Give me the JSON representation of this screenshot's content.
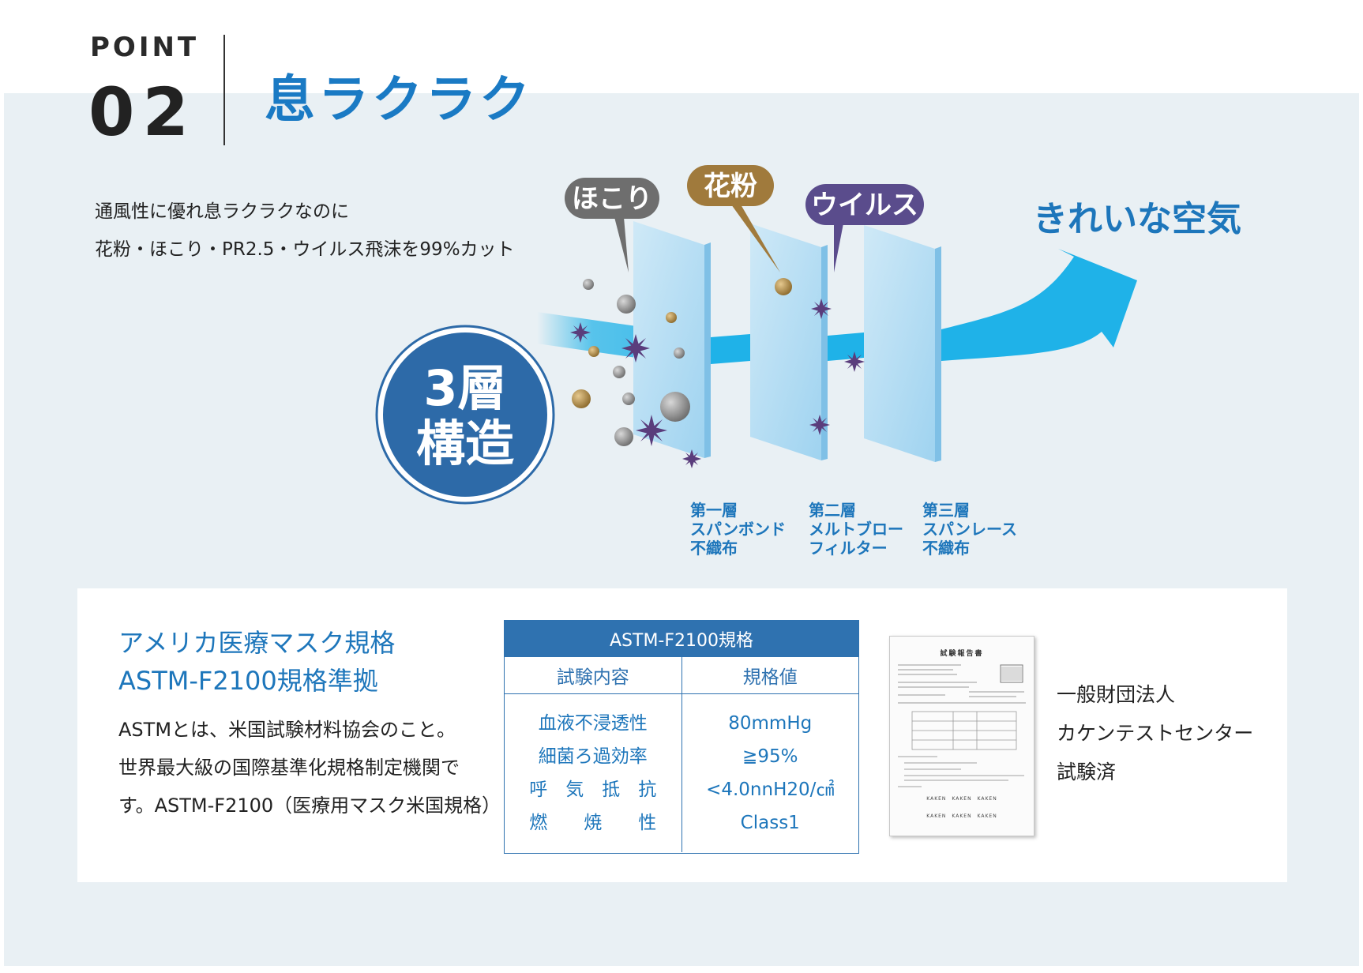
{
  "header": {
    "point_label": "POINT",
    "point_number": "02",
    "title": "息ラクラク"
  },
  "intro": {
    "line1": "通風性に優れ息ラクラクなのに",
    "line2": "花粉・ほこり・PR2.5・ウイルス飛沫を99%カット"
  },
  "illustration": {
    "badge_line1": "3層",
    "badge_line2": "構造",
    "bubble_dust": "ほこり",
    "bubble_pollen": "花粉",
    "bubble_virus": "ウイルス",
    "clean_air": "きれいな空気",
    "layers": [
      {
        "l1": "第一層",
        "l2": "スパンボンド",
        "l3": "不織布"
      },
      {
        "l1": "第二層",
        "l2": "メルトブロー",
        "l3": "フィルター"
      },
      {
        "l1": "第三層",
        "l2": "スパンレース",
        "l3": "不織布"
      }
    ],
    "colors": {
      "accent_blue": "#1d76bb",
      "badge_blue": "#2d6aa8",
      "bubble_dust": "#6e6e6e",
      "bubble_pollen": "#a07a3c",
      "bubble_virus": "#5a4c8c",
      "arrow": "#1fb2e8"
    }
  },
  "standard": {
    "heading_line1": "アメリカ医療マスク規格",
    "heading_line2": "ASTM-F2100規格準拠",
    "desc_line1": "ASTMとは、米国試験材料協会のこと。",
    "desc_line2": "世界最大級の国際基準化規格制定機関で",
    "desc_line3": "す。ASTM-F2100（医療用マスク米国規格）",
    "table": {
      "title": "ASTM-F2100規格",
      "col1": "試験内容",
      "col2": "規格値",
      "rows": [
        {
          "test": "血液不浸透性",
          "value": "80mmHg"
        },
        {
          "test": "細菌ろ過効率",
          "value": "≧95%"
        },
        {
          "test": "呼　気　抵　抗",
          "value": "<4.0nnH20/㎠"
        },
        {
          "test": "燃　　焼　　性",
          "value": "Class1"
        }
      ]
    }
  },
  "report": {
    "doc_title": "試験報告書",
    "kaken_line1": "KAKEN　KAKEN　KAKEN",
    "kaken_line2": "KAKEN　KAKEN　KAKEN"
  },
  "organization": {
    "line1": "一般財団法人",
    "line2": "カケンテストセンター",
    "line3": "試験済"
  }
}
